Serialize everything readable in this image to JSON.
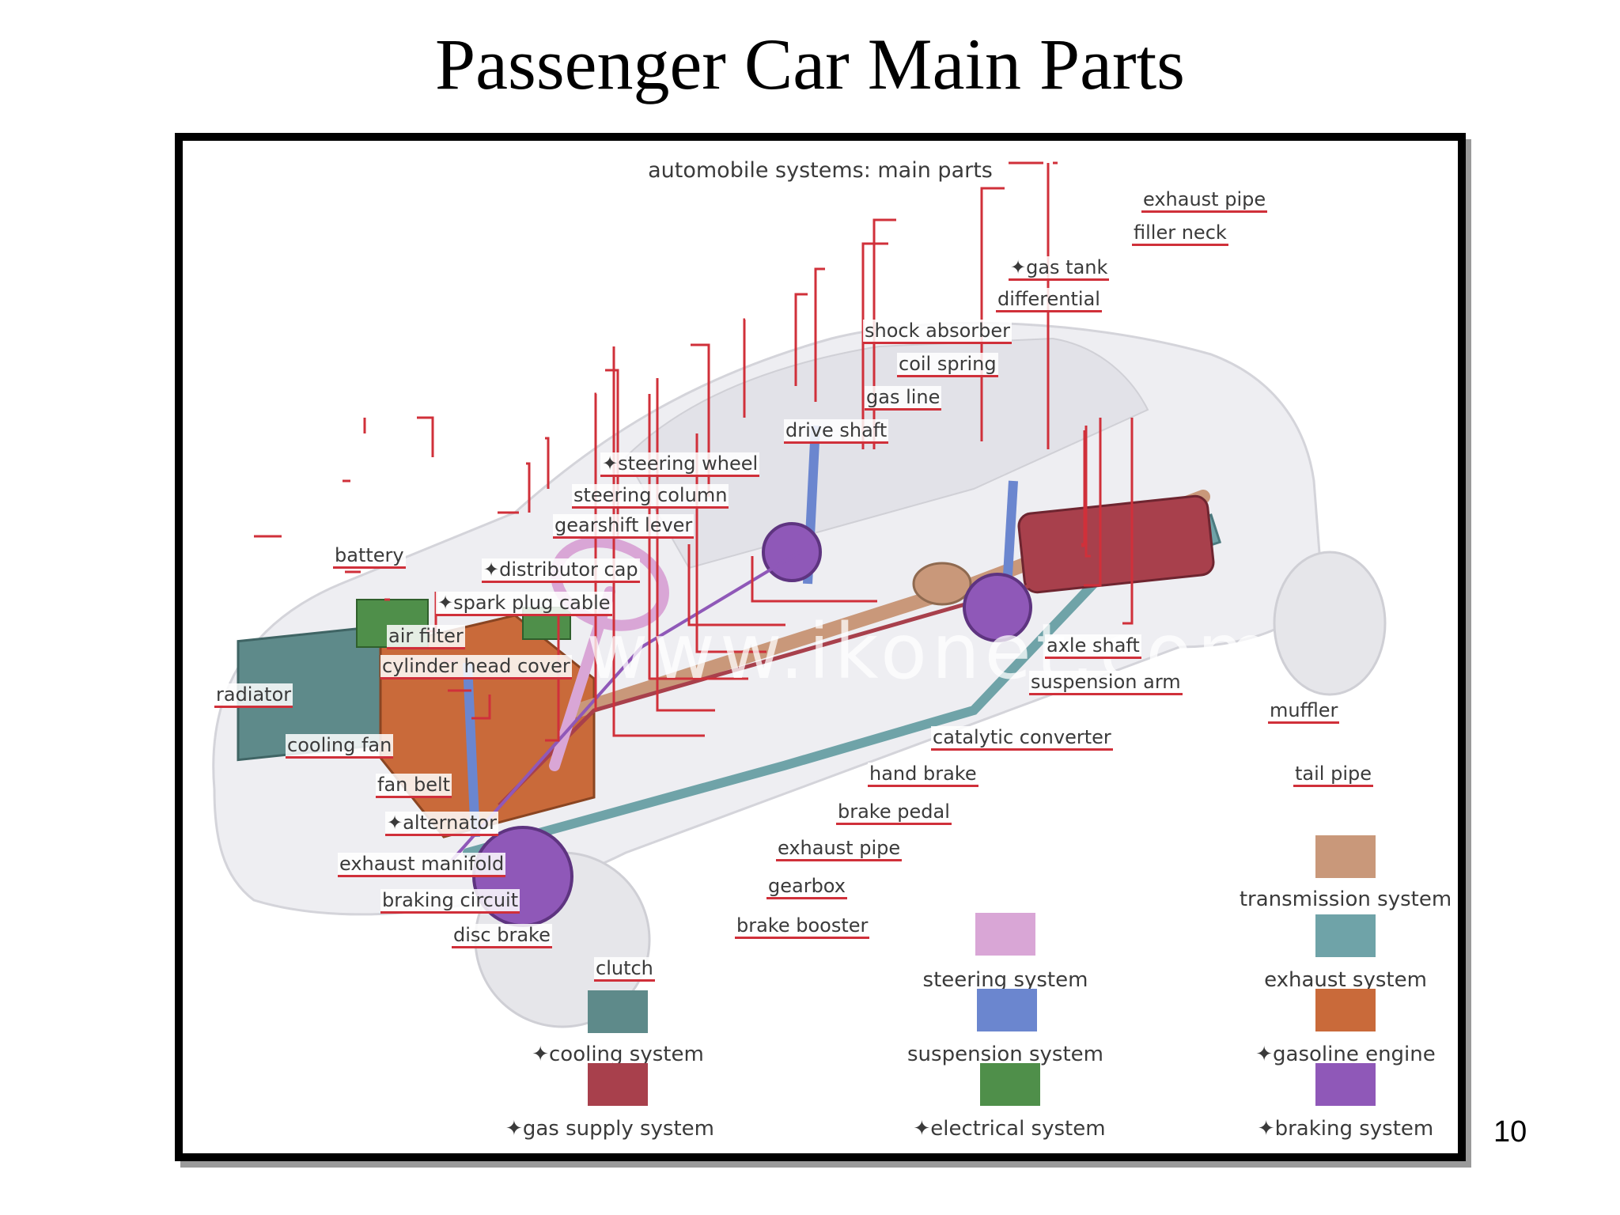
{
  "slide": {
    "title": "Passenger Car Main Parts",
    "page_number": "10"
  },
  "diagram": {
    "subtitle": "automobile systems: main parts",
    "watermark": "www.ikonet.com",
    "labels": [
      {
        "id": "exhaust-pipe-rear",
        "text": "exhaust pipe"
      },
      {
        "id": "filler-neck",
        "text": "filler neck"
      },
      {
        "id": "gas-tank",
        "text": "✦gas tank"
      },
      {
        "id": "differential",
        "text": "differential"
      },
      {
        "id": "shock-absorber",
        "text": "shock absorber"
      },
      {
        "id": "coil-spring",
        "text": "coil spring"
      },
      {
        "id": "gas-line",
        "text": "gas line"
      },
      {
        "id": "drive-shaft",
        "text": "drive shaft"
      },
      {
        "id": "steering-wheel",
        "text": "✦steering wheel"
      },
      {
        "id": "steering-column",
        "text": "steering column"
      },
      {
        "id": "gearshift-lever",
        "text": "gearshift lever"
      },
      {
        "id": "battery",
        "text": "battery"
      },
      {
        "id": "distributor-cap",
        "text": "✦distributor cap"
      },
      {
        "id": "spark-plug-cable",
        "text": "✦spark plug cable"
      },
      {
        "id": "air-filter",
        "text": "air filter"
      },
      {
        "id": "cylinder-head-cover",
        "text": "cylinder head cover"
      },
      {
        "id": "radiator",
        "text": "radiator"
      },
      {
        "id": "cooling-fan",
        "text": "cooling fan"
      },
      {
        "id": "fan-belt",
        "text": "fan belt"
      },
      {
        "id": "alternator",
        "text": "✦alternator"
      },
      {
        "id": "exhaust-manifold",
        "text": "exhaust manifold"
      },
      {
        "id": "braking-circuit",
        "text": "braking circuit"
      },
      {
        "id": "disc-brake",
        "text": "disc brake"
      },
      {
        "id": "clutch",
        "text": "clutch"
      },
      {
        "id": "axle-shaft",
        "text": "axle shaft"
      },
      {
        "id": "suspension-arm",
        "text": "suspension arm"
      },
      {
        "id": "muffler",
        "text": "muffler"
      },
      {
        "id": "catalytic-converter",
        "text": "catalytic converter"
      },
      {
        "id": "tail-pipe",
        "text": "tail pipe"
      },
      {
        "id": "hand-brake",
        "text": "hand brake"
      },
      {
        "id": "brake-pedal",
        "text": "brake pedal"
      },
      {
        "id": "exhaust-pipe-front",
        "text": "exhaust pipe"
      },
      {
        "id": "gearbox",
        "text": "gearbox"
      },
      {
        "id": "brake-booster",
        "text": "brake booster"
      }
    ],
    "legend": [
      {
        "text": "transmission system",
        "color": "#c9987a"
      },
      {
        "text": "steering system",
        "color": "#d9a6d6"
      },
      {
        "text": "exhaust system",
        "color": "#6fa3a8"
      },
      {
        "text": "✦cooling system",
        "color": "#5e8a8a"
      },
      {
        "text": "suspension system",
        "color": "#6b86cf"
      },
      {
        "text": "✦gasoline engine",
        "color": "#c96a3a"
      },
      {
        "text": "✦gas supply system",
        "color": "#a8404c"
      },
      {
        "text": "✦electrical system",
        "color": "#4f8f4a"
      },
      {
        "text": "✦braking system",
        "color": "#8f58b8"
      }
    ]
  }
}
